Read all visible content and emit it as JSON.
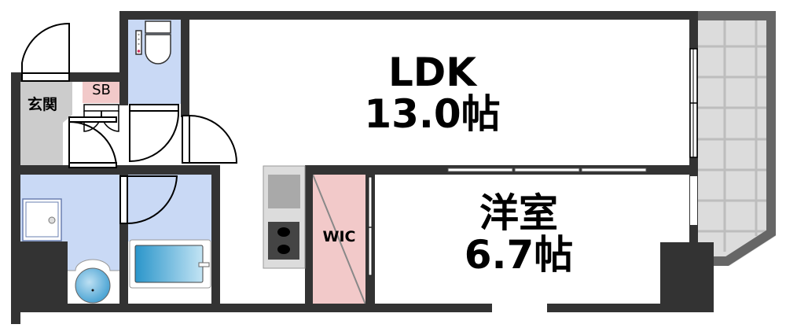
{
  "plan": {
    "rooms": {
      "ldk": {
        "name": "LDK",
        "size": "13.0帖"
      },
      "western": {
        "name": "洋室",
        "size": "6.7帖"
      },
      "wic": {
        "name": "WIC"
      },
      "entrance": {
        "name": "玄関"
      },
      "shoebox": {
        "name": "SB"
      }
    },
    "colors": {
      "wall": "#333333",
      "wet_area": "#c9d9f5",
      "wic": "#f2c9c9",
      "entrance": "#cccccc",
      "balcony": "#dcdcdc",
      "balcony_wall": "#666666",
      "shoebox": "#f2c9c9"
    }
  }
}
